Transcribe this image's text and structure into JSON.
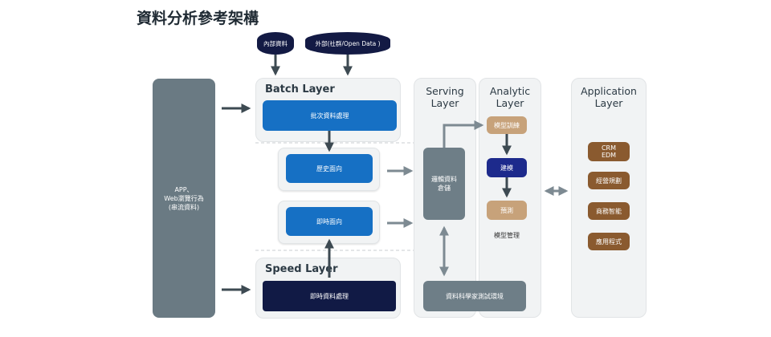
{
  "title": "資料分析參考架構",
  "sources": {
    "internal": "內部資料",
    "external": "外部(社群/Open Data )"
  },
  "left_panel": {
    "line1": "APP、",
    "line2": "Web瀏覽行為",
    "line3": "(串流資料)"
  },
  "batch_layer": {
    "title": "Batch Layer",
    "process": "批次資料處理",
    "history_view": "歷史面向",
    "realtime_view": "即時面向"
  },
  "speed_layer": {
    "title": "Speed Layer",
    "process": "即時資料處理"
  },
  "serving_layer": {
    "title_line1": "Serving",
    "title_line2": "Layer",
    "warehouse_line1": "邏輯資料",
    "warehouse_line2": "倉儲",
    "lab": "資料科學家測試環境"
  },
  "analytic_layer": {
    "title_line1": "Analytic",
    "title_line2": "Layer",
    "train": "模型訓練",
    "build": "建模",
    "predict": "預測",
    "caption": "模型管理"
  },
  "application_layer": {
    "title_line1": "Application",
    "title_line2": "Layer",
    "items": [
      "CRM\nEDM",
      "經營規劃",
      "商務智能",
      "應用程式"
    ]
  },
  "colors": {
    "blue": "#1670c4",
    "navy": "#111a45",
    "slate": "#6e7e87",
    "tan": "#c7a27a",
    "brown": "#8a5a2f",
    "arrow": "#3d4a52"
  }
}
